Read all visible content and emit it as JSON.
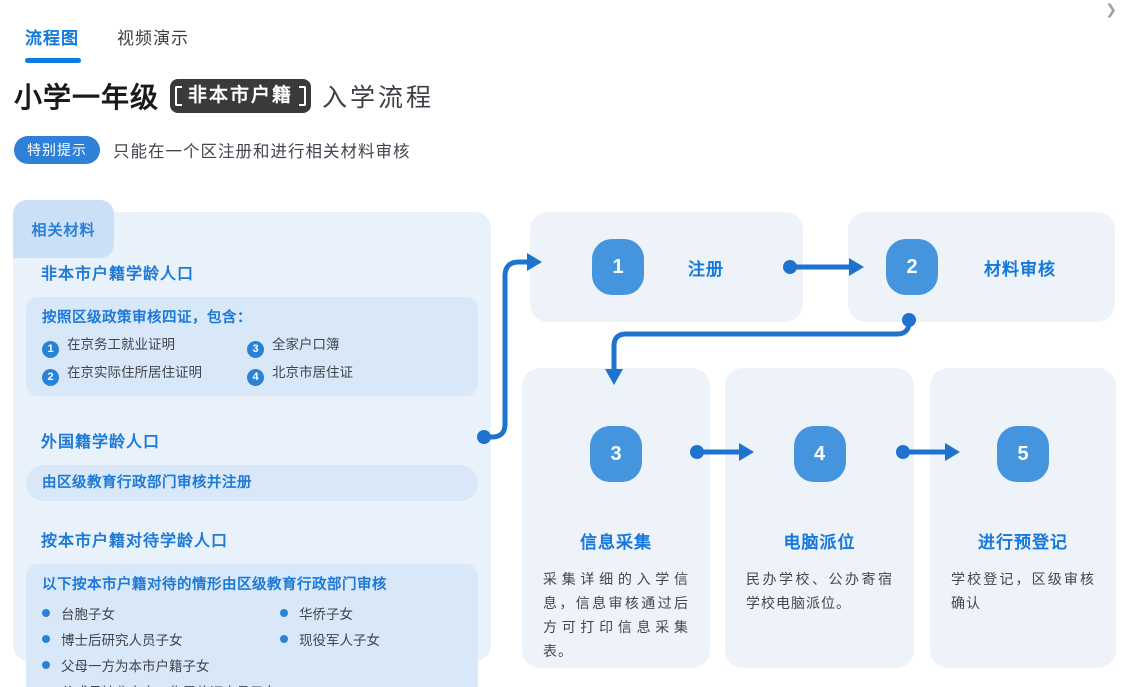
{
  "header": {
    "tabs": [
      {
        "label": "流程图",
        "active": true
      },
      {
        "label": "视频演示",
        "active": false
      }
    ],
    "chevron_glyph": "❯"
  },
  "title": {
    "grade": "小学一年级",
    "badge": "非本市户籍",
    "suffix": "入学流程"
  },
  "notice": {
    "badge": "特别提示",
    "text": "只能在一个区注册和进行相关材料审核"
  },
  "materials": {
    "tab_label": "相关材料",
    "section1": {
      "heading": "非本市户籍学龄人口",
      "box_title": "按照区级政策审核四证，包含：",
      "items": [
        {
          "num": "1",
          "text": "在京务工就业证明"
        },
        {
          "num": "2",
          "text": "在京实际住所居住证明"
        },
        {
          "num": "3",
          "text": "全家户口簿"
        },
        {
          "num": "4",
          "text": "北京市居住证"
        }
      ]
    },
    "section2": {
      "heading": "外国籍学龄人口",
      "box_title": "由区级教育行政部门审核并注册"
    },
    "section3": {
      "heading": "按本市户籍对待学龄人口",
      "box_title": "以下按本市户籍对待的情形由区级教育行政部门审核",
      "bullets": [
        "台胞子女",
        "华侨子女",
        "博士后研究人员子女",
        "现役军人子女",
        "父母一方为本市户籍子女",
        "父或母持北京市工作居住证人员子女"
      ]
    }
  },
  "flow": {
    "steps": [
      {
        "num": "1",
        "label": "注册",
        "desc": ""
      },
      {
        "num": "2",
        "label": "材料审核",
        "desc": ""
      },
      {
        "num": "3",
        "label": "信息采集",
        "desc": "采集详细的入学信息，信息审核通过后方可打印信息采集表。"
      },
      {
        "num": "4",
        "label": "电脑派位",
        "desc": "民办学校、公办寄宿学校电脑派位。"
      },
      {
        "num": "5",
        "label": "进行预登记",
        "desc": "学校登记，区级审核确认"
      }
    ]
  },
  "colors": {
    "accent": "#0d7be0",
    "blue_text": "#1e7ad6",
    "connector": "#1d73ce",
    "step_badge": "#4595de",
    "panel_bg": "#e9f1fb",
    "panel_tab_bg": "#cbdff6",
    "inner_box_bg": "#d9e8f8",
    "card_bg": "#edf3f9",
    "dark_badge_bg": "#3a3a3c",
    "notice_badge_bg": "#2f80d9",
    "dark_text": "#42464c"
  }
}
